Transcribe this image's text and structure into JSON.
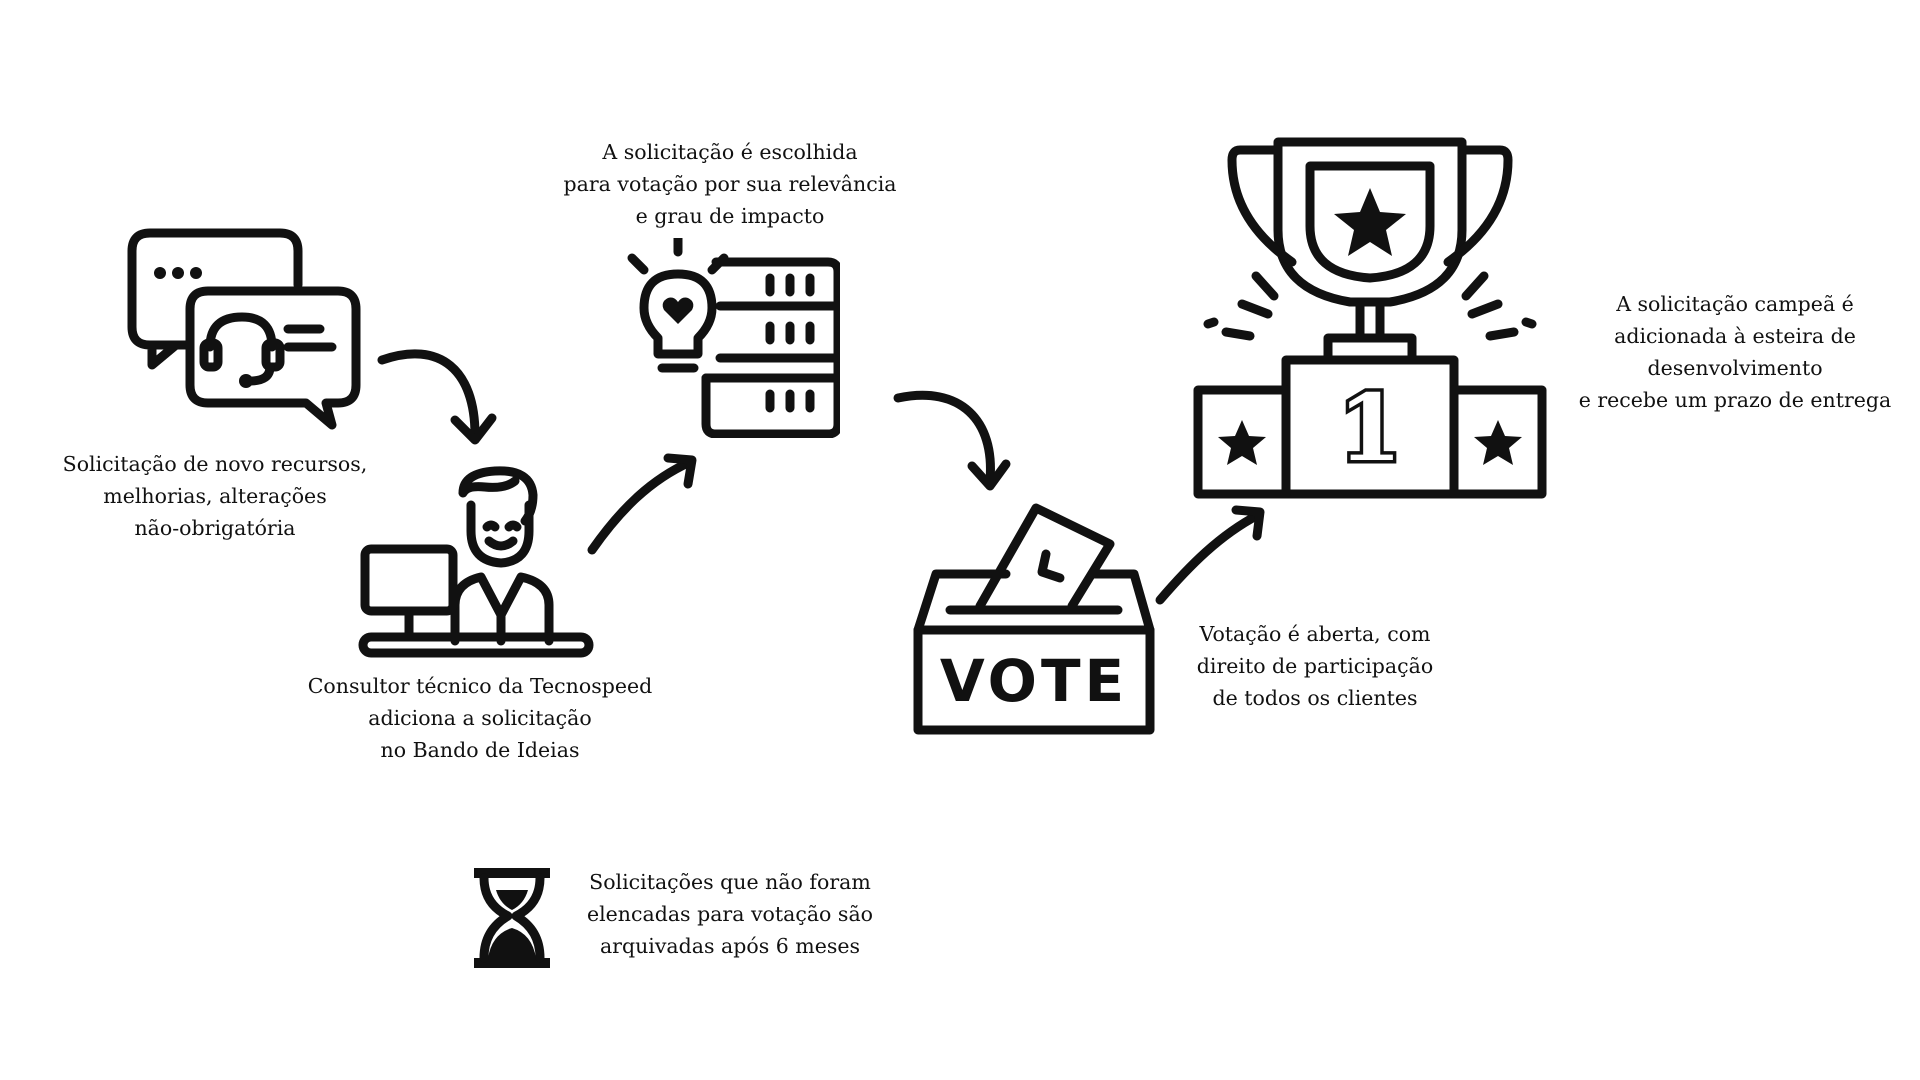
{
  "steps": [
    {
      "id": "request",
      "icon": "chat-support-icon",
      "lines": [
        "Solicitação de novo recursos,",
        "melhorias, alterações",
        "não-obrigatória"
      ]
    },
    {
      "id": "consultant",
      "icon": "consultant-computer-icon",
      "lines": [
        "Consultor técnico da Tecnospeed",
        "adiciona a solicitação",
        "no Bando de Ideias"
      ]
    },
    {
      "id": "selection",
      "icon": "idea-server-icon",
      "lines": [
        "A solicitação é escolhida",
        "para votação por sua relevância",
        "e grau de impacto"
      ]
    },
    {
      "id": "voting",
      "icon": "ballot-box-icon",
      "box_text": "VOTE",
      "lines": [
        "Votação é aberta, com",
        "direito de participação",
        "de todos os clientes"
      ]
    },
    {
      "id": "winner",
      "icon": "trophy-podium-icon",
      "podium_number": "1",
      "lines": [
        "A solicitação campeã é",
        "adicionada à esteira de",
        "desenvolvimento",
        "e recebe um prazo de entrega"
      ]
    }
  ],
  "archive_note": {
    "icon": "hourglass-icon",
    "lines": [
      "Solicitações que não foram",
      "elencadas para votação são",
      "arquivadas após 6 meses"
    ]
  }
}
